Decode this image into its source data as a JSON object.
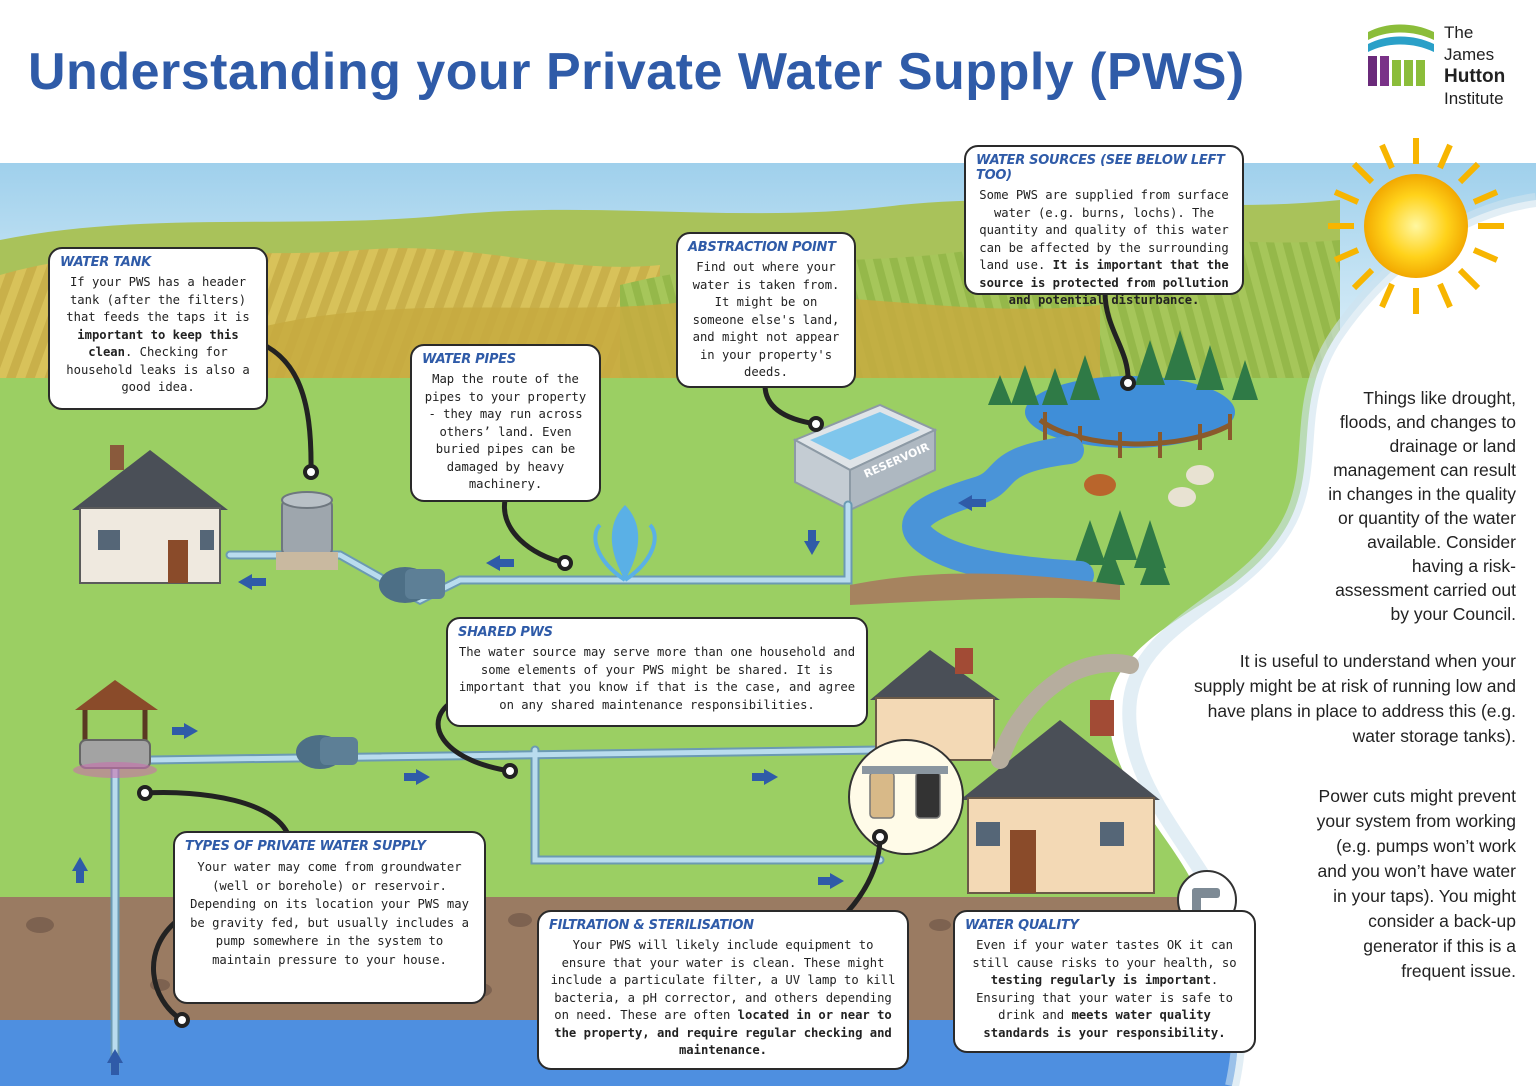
{
  "title": "Understanding your Private Water Supply (PWS)",
  "logo": {
    "line1": "The James",
    "line2": "Hutton",
    "line3": "Institute"
  },
  "scene": {
    "reservoir_label": "RESERVOIR"
  },
  "boxes": {
    "water_tank": {
      "title": "Water Tank",
      "pre": "If your PWS has a header tank (after the filters) that feeds the taps it is ",
      "bold": "important to keep this clean",
      "post": ". Checking for household leaks is also a good idea."
    },
    "water_pipes": {
      "title": "Water Pipes",
      "text": "Map the route of the pipes to your property - they may run across others’ land. Even buried pipes can be damaged by heavy machinery."
    },
    "abstraction_point": {
      "title": "Abstraction Point",
      "text": "Find out where your water is taken from. It might be on someone else's land, and might not appear in your property's deeds."
    },
    "water_sources": {
      "title": "Water Sources (see below left too)",
      "pre": "Some PWS are supplied from surface water (e.g. burns, lochs). The quantity and quality of this water can be affected by the surrounding land use. ",
      "bold": "It is important that the source is protected from pollution and potential disturbance."
    },
    "shared_pws": {
      "title": "Shared PWS",
      "text": "The water source may serve more than one household and some elements of your PWS might be shared. It is important that you know if that is the case, and agree on any shared maintenance responsibilities."
    },
    "types_pws": {
      "title": "Types of Private Water Supply",
      "text": "Your water may come from groundwater (well or borehole) or reservoir. Depending on its location your PWS may be gravity fed, but usually includes a pump somewhere in the system to maintain pressure to your house."
    },
    "filtration": {
      "title": "Filtration & Sterilisation",
      "pre": "Your PWS will likely include equipment to ensure that your water is clean. These might include a particulate filter, a UV lamp to kill bacteria, a pH corrector, and others depending on need. These are often ",
      "bold": "located in or near to the property, and require regular checking and maintenance."
    },
    "water_quality": {
      "title": "Water Quality",
      "pre": "Even if your water tastes OK it can still cause risks to your health, so ",
      "bold1": "testing regularly is important",
      "mid": ". Ensuring that your water is safe to drink and ",
      "bold2": "meets water quality standards is your responsibility."
    }
  },
  "side_text": {
    "para1": "Things like drought, floods, and changes to drainage or land management can result in changes in the quality or quantity of the water available. Consider having a risk-assessment carried out by your Council.",
    "para2": "It is useful to understand when your supply might be at risk of running low and have plans in place to address this (e.g. water storage tanks).",
    "para3": "Power cuts might prevent your system from working (e.g. pumps won’t work and you won’t have water in your taps). You might consider a back-up generator if this is a frequent issue."
  },
  "colors": {
    "title_blue": "#2f5ba8",
    "sky": "#bfe1f2",
    "grass": "#9bcf63",
    "soil": "#9a7b62",
    "groundwater": "#4e8fe0",
    "pipe": "#a9d1e6",
    "river": "#4a94d8"
  }
}
